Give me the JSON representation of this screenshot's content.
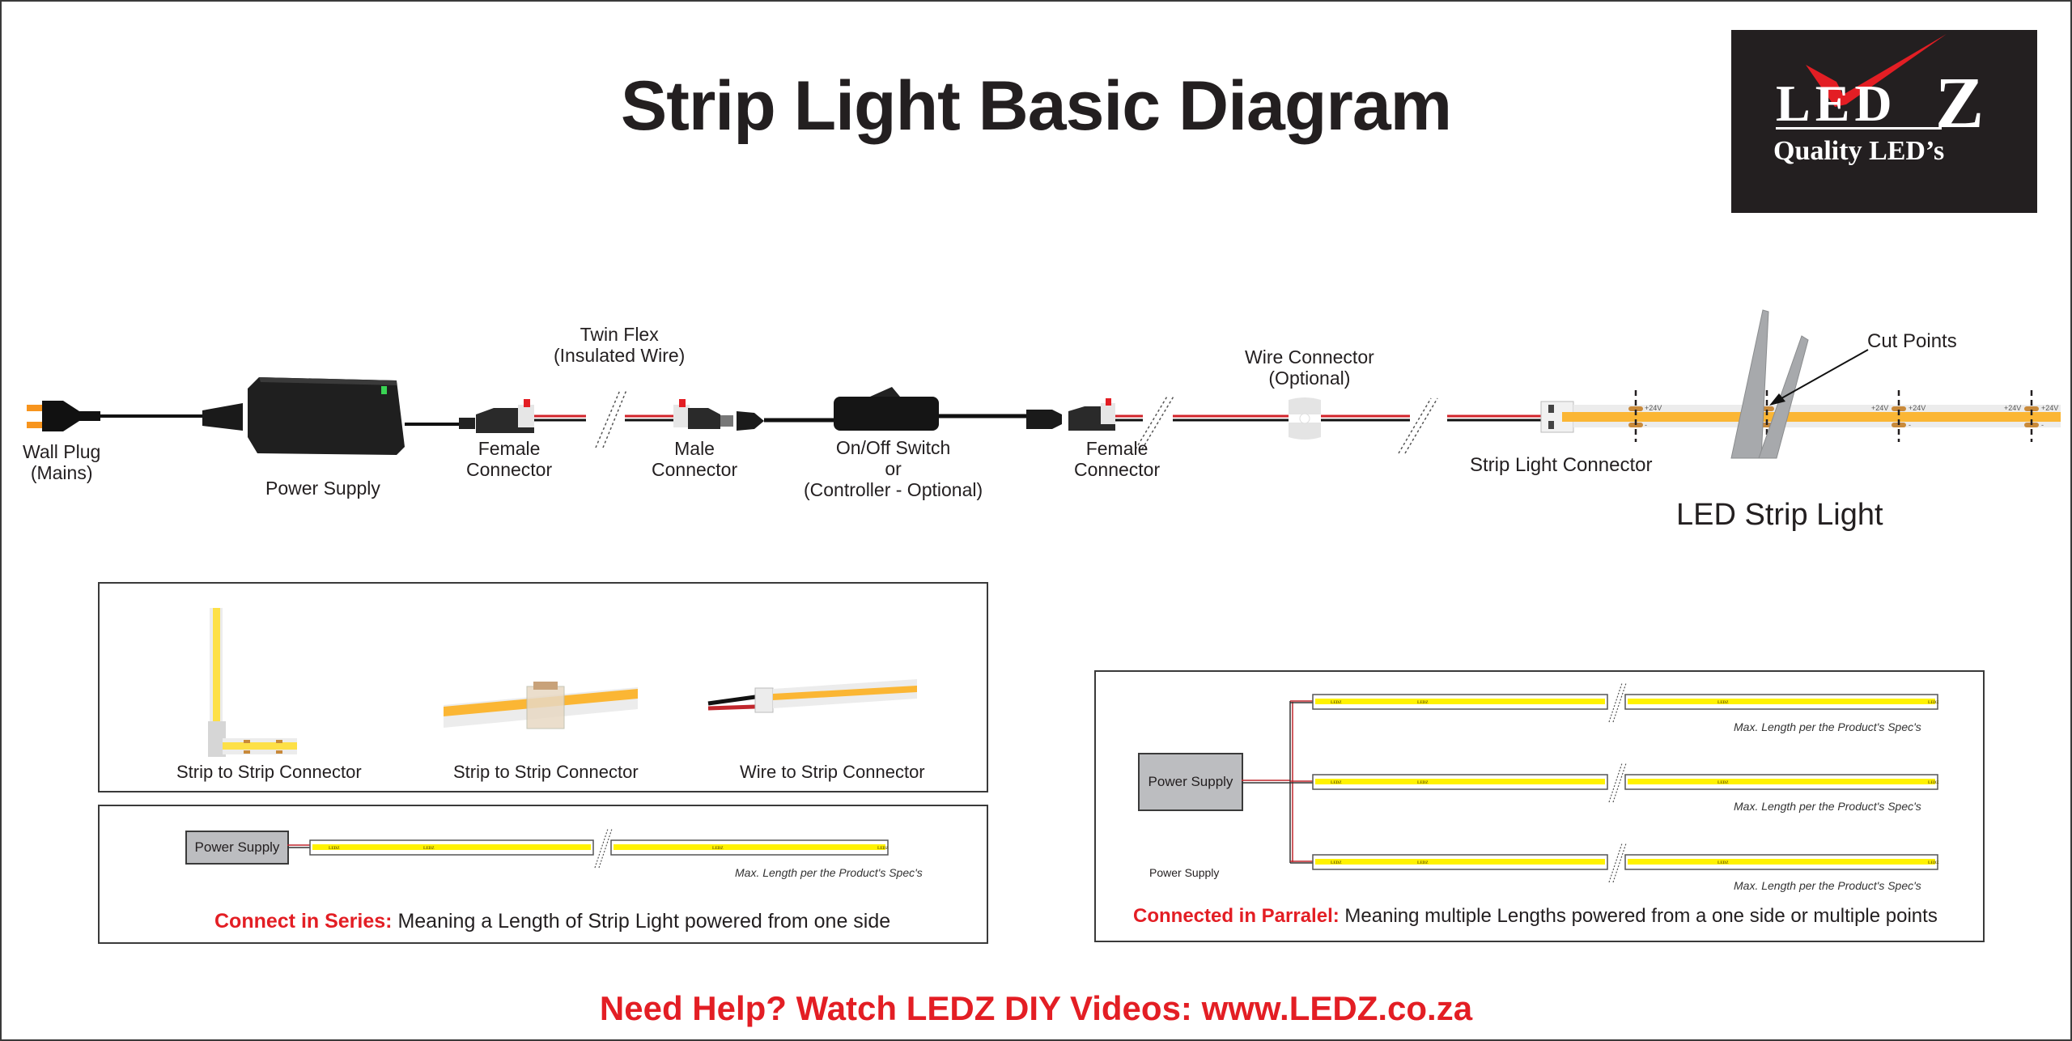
{
  "title": "Strip Light Basic Diagram",
  "logo": {
    "brand": "LEDZ",
    "tagline": "Quality LED's",
    "bg_color": "#231f20",
    "accent_color": "#e31e24"
  },
  "main_diagram": {
    "components": [
      {
        "id": "wall-plug",
        "label_line1": "Wall Plug",
        "label_line2": "(Mains)"
      },
      {
        "id": "power-supply",
        "label": "Power Supply"
      },
      {
        "id": "female-connector-1",
        "label_line1": "Female",
        "label_line2": "Connector"
      },
      {
        "id": "twin-flex",
        "label_line1": "Twin Flex",
        "label_line2": "(Insulated Wire)"
      },
      {
        "id": "male-connector",
        "label_line1": "Male",
        "label_line2": "Connector"
      },
      {
        "id": "switch",
        "label_line1": "On/Off Switch",
        "label_line2": "or",
        "label_line3": "(Controller - Optional)"
      },
      {
        "id": "female-connector-2",
        "label_line1": "Female",
        "label_line2": "Connector"
      },
      {
        "id": "wire-connector",
        "label_line1": "Wire Connector",
        "label_line2": "(Optional)"
      },
      {
        "id": "strip-light-connector",
        "label": "Strip Light Connector"
      },
      {
        "id": "cut-points",
        "label": "Cut Points"
      },
      {
        "id": "led-strip-light",
        "label": "LED Strip Light"
      }
    ],
    "strip_pad_labels": {
      "positive": "+24V",
      "negative": "-"
    }
  },
  "connector_types": {
    "items": [
      {
        "label": "Strip to Strip Connector"
      },
      {
        "label": "Strip to Strip Connector"
      },
      {
        "label": "Wire to Strip Connector"
      }
    ]
  },
  "series": {
    "power_supply_label": "Power Supply",
    "strip_brand_text": "LEDZ",
    "max_length_note": "Max. Length per the Product's Spec's",
    "description_heading": "Connect in Series:",
    "description_text": " Meaning a Length of Strip Light powered from one side"
  },
  "parallel": {
    "power_supply_label": "Power Supply",
    "power_supply_caption": "Power Supply",
    "strip_brand_text": "LEDZ",
    "max_length_note": "Max. Length per the Product's Spec's",
    "description_heading": "Connected in Parralel:",
    "description_text": " Meaning multiple Lengths powered from a one side or multiple points"
  },
  "footer": {
    "text": "Need Help? Watch LEDZ DIY Videos: www.LEDZ.co.za"
  },
  "colors": {
    "red": "#e31e24",
    "wire_red": "#d2232a",
    "strip_yellow": "#fff200",
    "cob_amber": "#fbb634",
    "pad": "#c98a3a",
    "grey_box": "#bcbdc0"
  }
}
